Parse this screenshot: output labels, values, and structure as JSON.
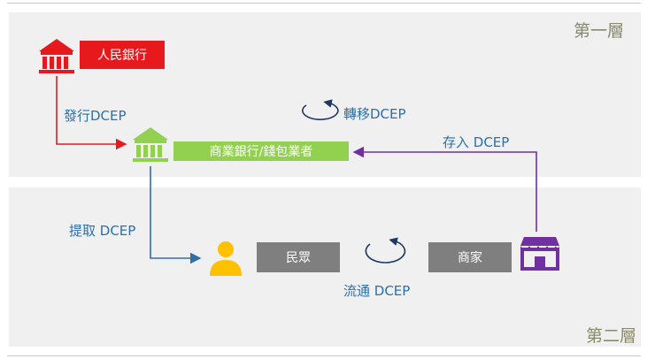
{
  "layers": {
    "top": "第一層",
    "bottom": "第二層"
  },
  "nodes": {
    "central_bank": "人民銀行",
    "commercial_bank": "商業銀行/錢包業者",
    "public": "民眾",
    "merchant": "商家"
  },
  "flows": {
    "issue": "發行DCEP",
    "transfer": "轉移DCEP",
    "deposit": "存入 DCEP",
    "withdraw": "提取 DCEP",
    "circulate": "流通 DCEP"
  },
  "colors": {
    "central_bank": "#e8191d",
    "commercial_bank": "#92d050",
    "person": "#ffc000",
    "merchant": "#7030a0",
    "gray_box": "#7f7f7f",
    "arrow_blue": "#2f6fa8",
    "cycle": "#1f3864"
  },
  "icons": [
    "bank-icon",
    "person-icon",
    "store-icon",
    "cycle-arrow-icon"
  ]
}
